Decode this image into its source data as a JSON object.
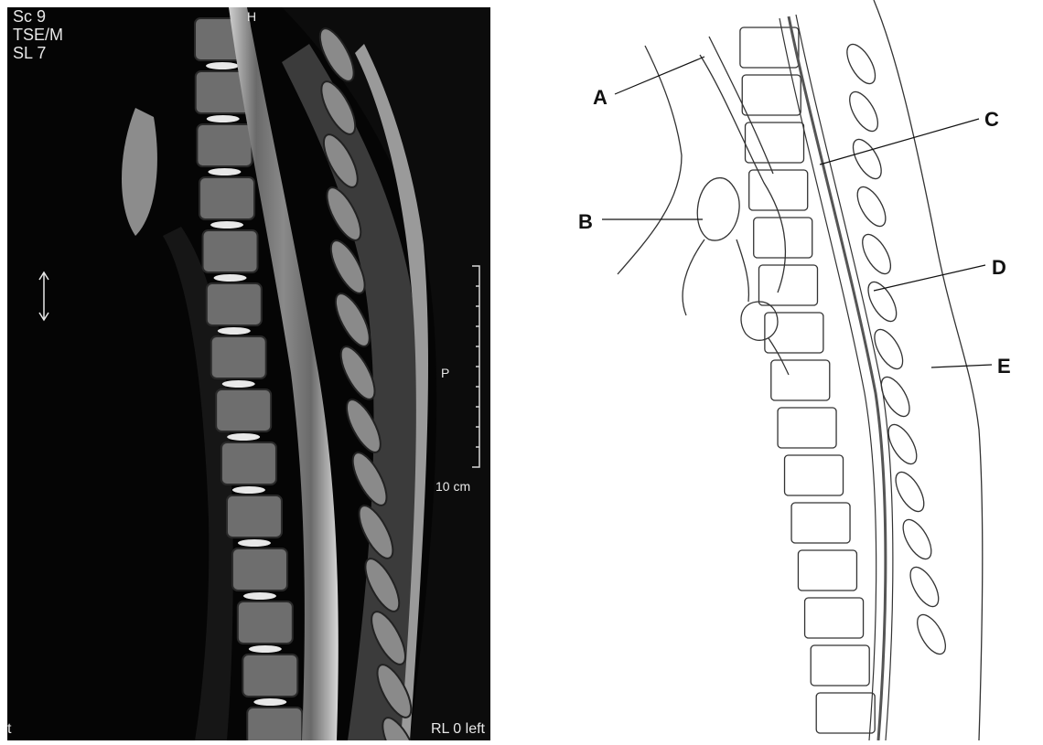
{
  "mri": {
    "overlay_lines": [
      "Sc 9",
      "TSE/M",
      "SL 7"
    ],
    "head_marker": "H",
    "posterior_marker": "P",
    "scale_label": "10 cm",
    "orientation_label": "RL 0 left",
    "corner_label": "t"
  },
  "drawing": {
    "labels": [
      "A",
      "B",
      "C",
      "D",
      "E"
    ]
  },
  "colors": {
    "mri_background": "#050505",
    "overlay_text": "#e8e8e8",
    "drawing_line": "#333333"
  }
}
